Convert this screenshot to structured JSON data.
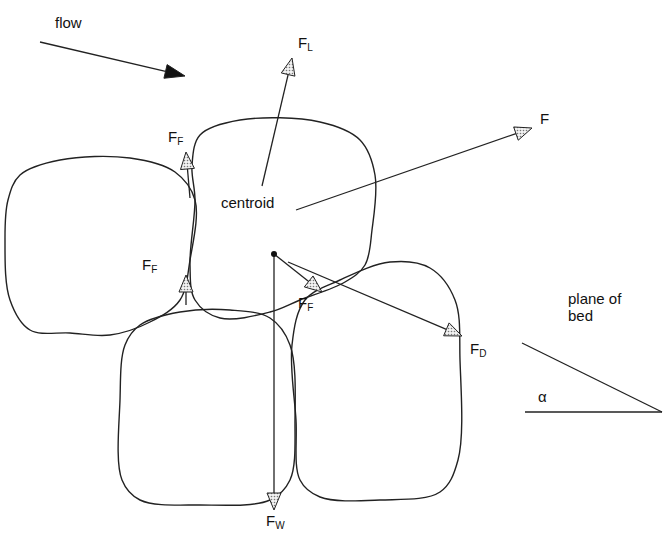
{
  "diagram": {
    "nodes": [
      {
        "text": [
          "centroid"
        ]
      }
    ],
    "labels": [
      "flow",
      "FL",
      "F",
      "FD",
      "FF",
      "FF",
      "FF",
      "FW",
      "plane of bed",
      "α"
    ]
  }
}
